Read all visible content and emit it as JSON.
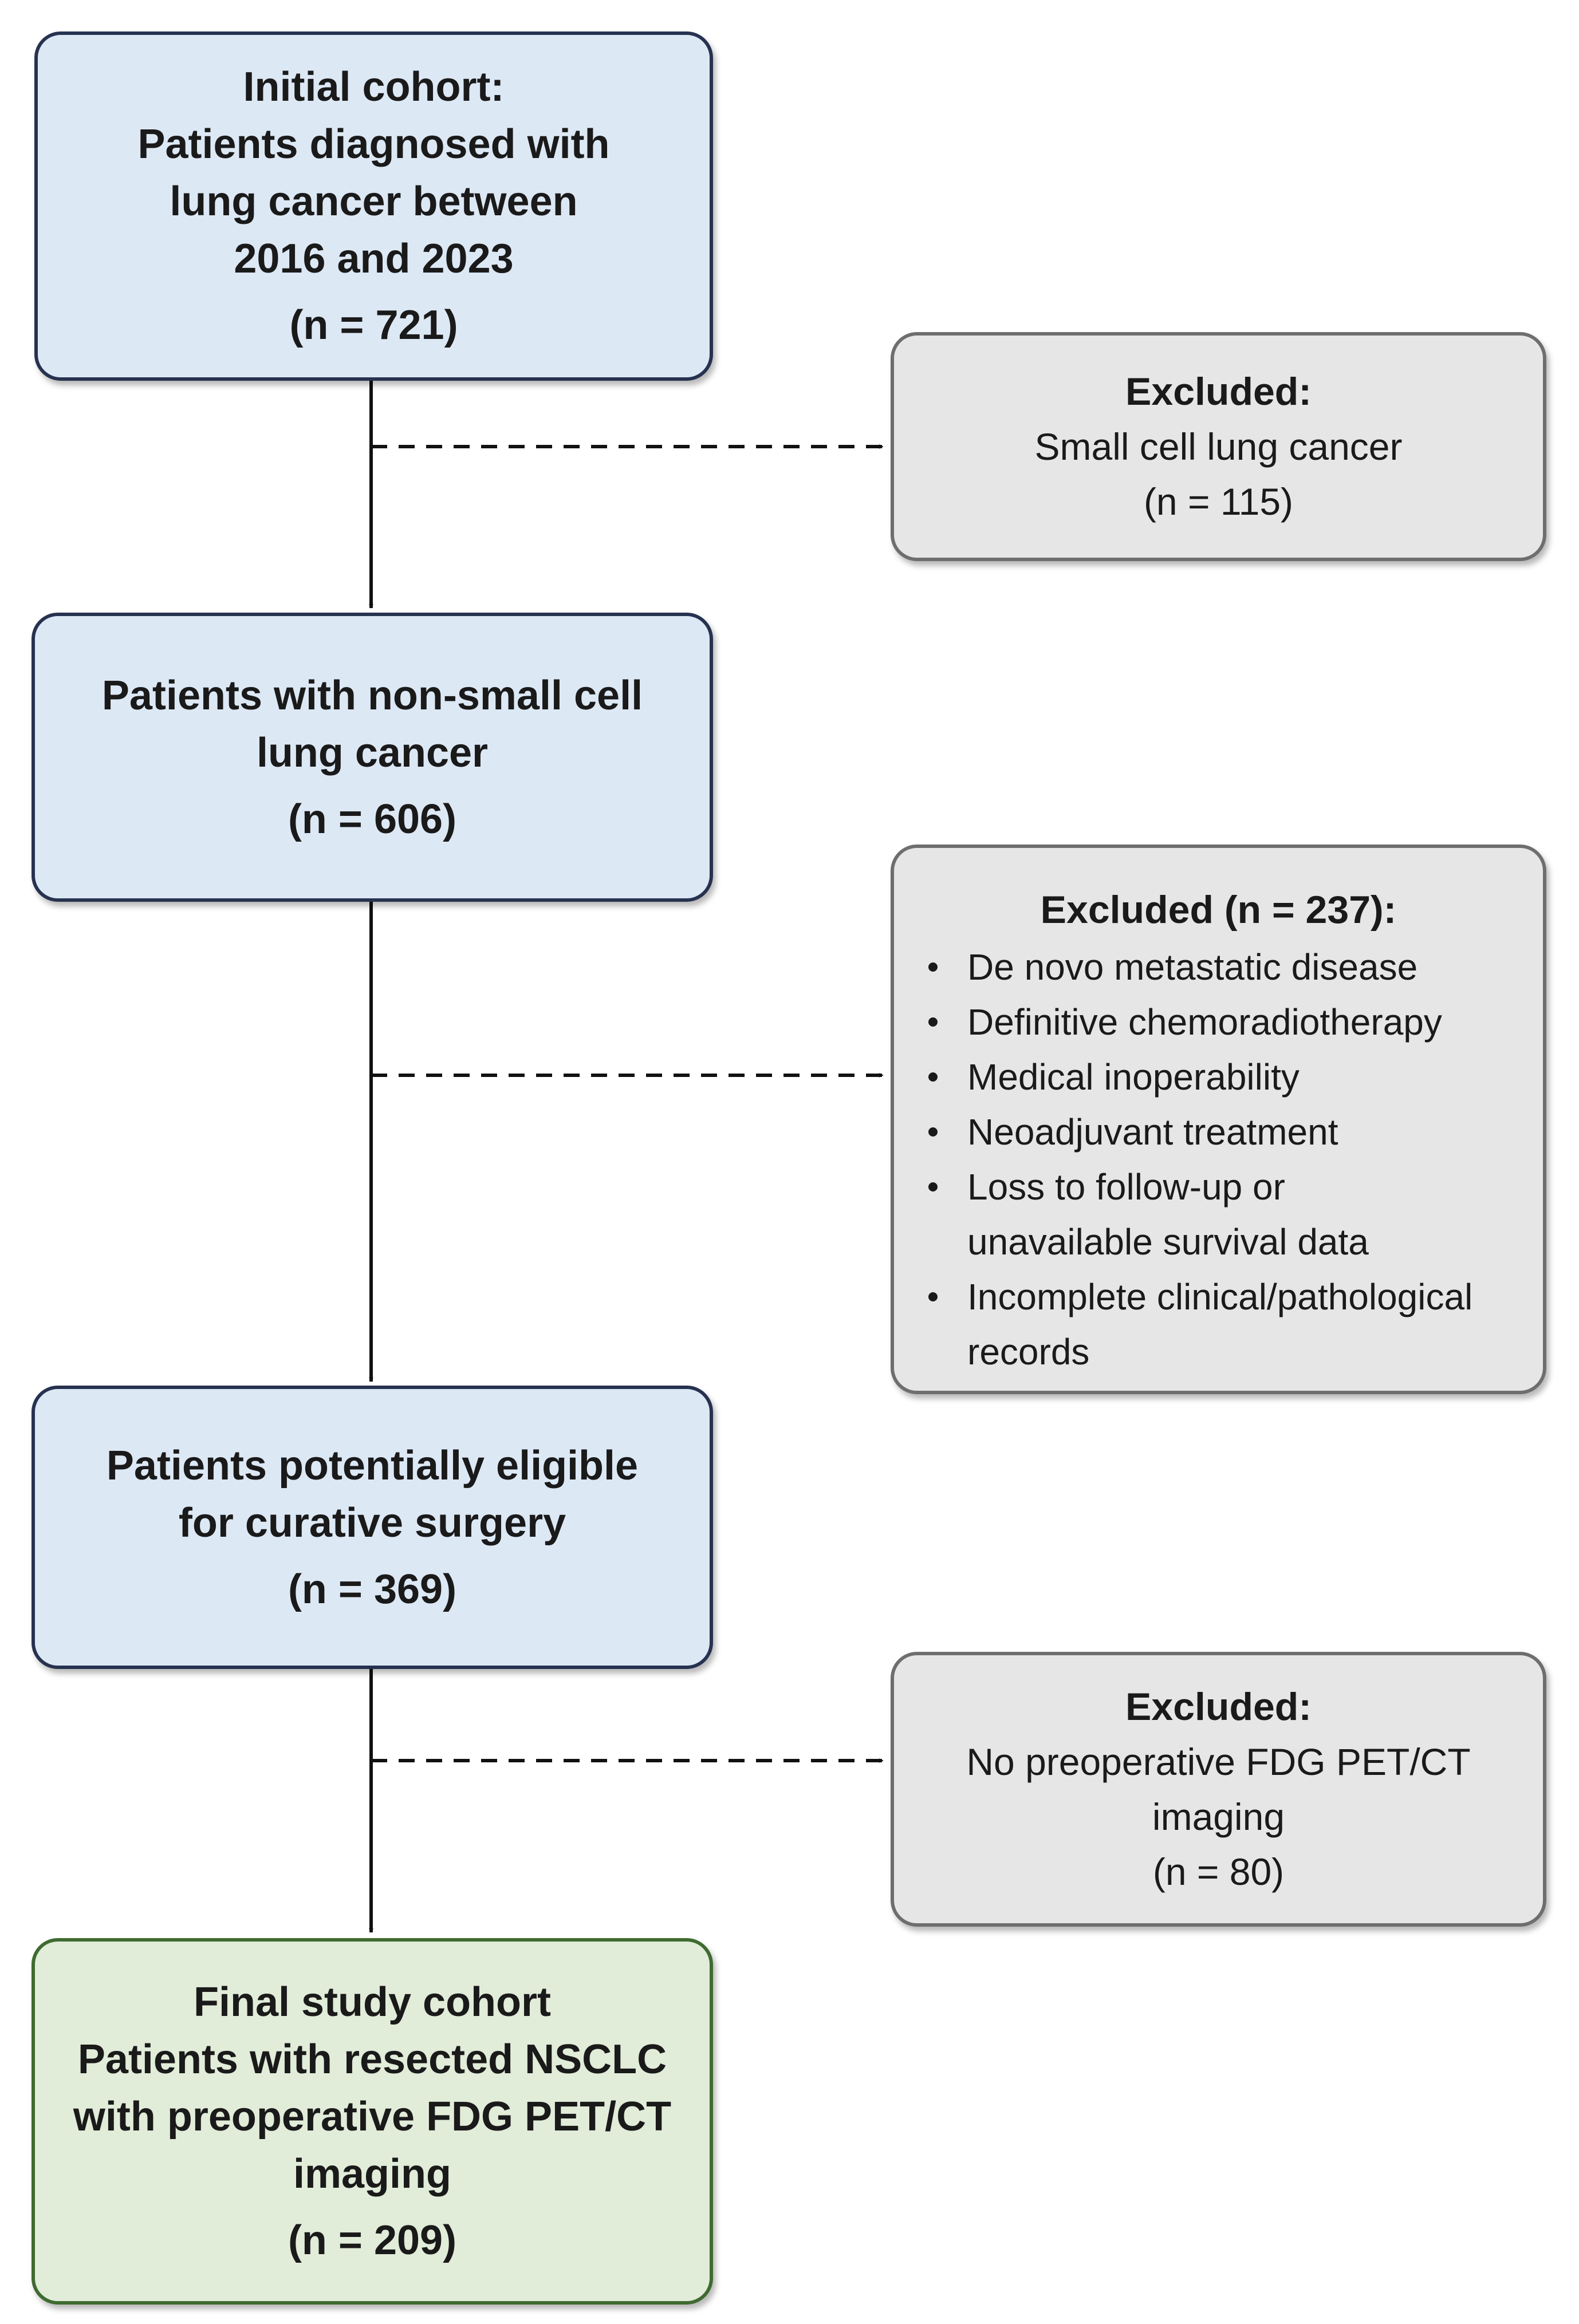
{
  "boxes": {
    "initial": {
      "line1": "Initial cohort:",
      "line2": "Patients diagnosed with",
      "line3": "lung cancer between",
      "line4": "2016 and 2023",
      "count": "(n = 721)"
    },
    "nsclc": {
      "line1": "Patients with non-small cell",
      "line2": "lung cancer",
      "count": "(n = 606)"
    },
    "eligible": {
      "line1": "Patients potentially eligible",
      "line2": "for curative surgery",
      "count": "(n = 369)"
    },
    "final": {
      "line1": "Final study cohort",
      "line2": "Patients with resected NSCLC",
      "line3": "with preoperative FDG PET/CT",
      "line4": "imaging",
      "count": "(n = 209)"
    }
  },
  "exclusions": {
    "sclc": {
      "heading": "Excluded:",
      "line1": "Small cell lung cancer",
      "count": "(n = 115)"
    },
    "clinical": {
      "heading": "Excluded (n = 237):",
      "items": [
        "De novo metastatic disease",
        "Definitive chemoradiotherapy",
        "Medical inoperability",
        "Neoadjuvant treatment",
        "Loss to follow-up or unavailable survival data",
        "Incomplete clinical/pathological records"
      ]
    },
    "pet": {
      "heading": "Excluded:",
      "line1": "No preoperative FDG PET/CT",
      "line2": "imaging",
      "count": "(n = 80)"
    }
  },
  "colors": {
    "main_fill": "#dde8f5",
    "main_border": "#26324f",
    "final_fill": "#e1ecd9",
    "final_border": "#3f6b30",
    "excluded_fill": "#e6e6e6",
    "excluded_border": "#6e6e6e",
    "arrow": "#111111"
  }
}
